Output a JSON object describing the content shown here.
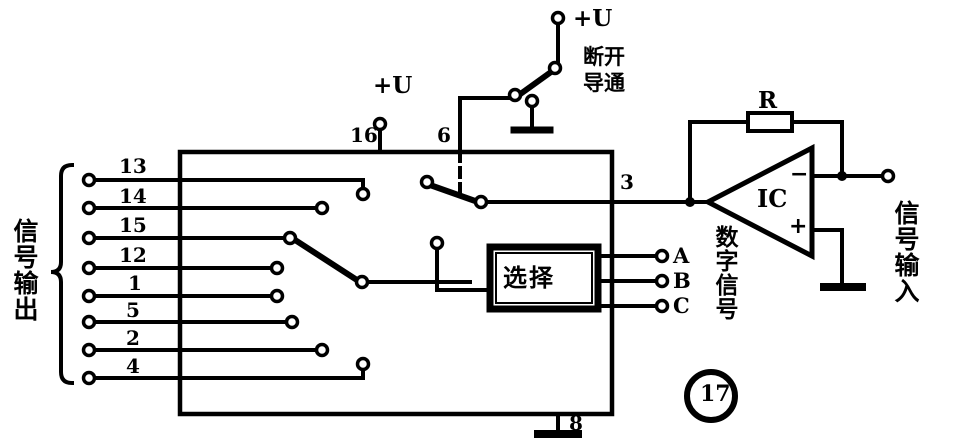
{
  "figure": {
    "number": "17",
    "ic_label": "IC",
    "resistor_label": "R",
    "select_box_label": "选择"
  },
  "labels": {
    "signal_output": "信号输出",
    "signal_input": "信号输入",
    "digital_signal": "数字信号",
    "switch_open": "断开",
    "switch_closed": "导通",
    "supply_left": "+U",
    "supply_top": "+U"
  },
  "pins": {
    "inputs": [
      {
        "number": "13"
      },
      {
        "number": "14"
      },
      {
        "number": "15"
      },
      {
        "number": "12"
      },
      {
        "number": "1"
      },
      {
        "number": "5"
      },
      {
        "number": "2"
      },
      {
        "number": "4"
      }
    ],
    "vdd": "16",
    "inhibit": "6",
    "common_out": "3",
    "vss": "8",
    "select": [
      {
        "name": "A"
      },
      {
        "name": "B"
      },
      {
        "name": "C"
      }
    ]
  },
  "colors": {
    "ink": "#000000",
    "paper": "#ffffff"
  }
}
